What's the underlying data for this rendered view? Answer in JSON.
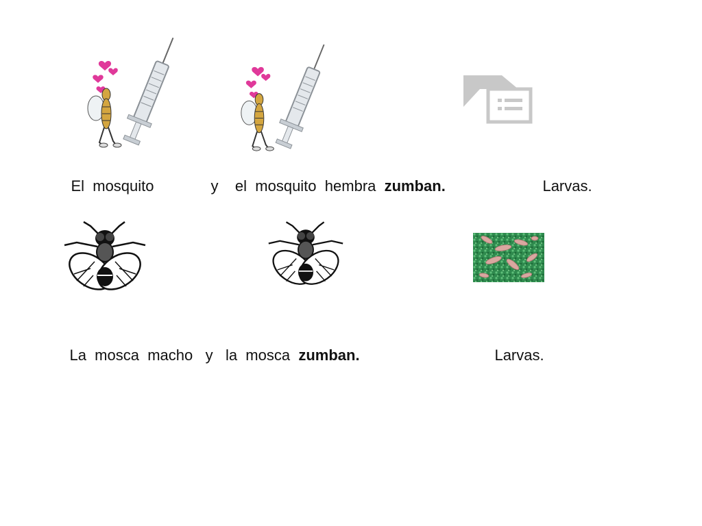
{
  "row1": {
    "w1": "El",
    "w2": "mosquito",
    "w3": "y",
    "w4": "el",
    "w5": "mosquito",
    "w6": "hembra",
    "verb": "zumban.",
    "result": "Larvas."
  },
  "row2": {
    "w1": "La",
    "w2": "mosca",
    "w3": "macho",
    "w4": "y",
    "w5": "la",
    "w6": "mosca",
    "verb": "zumban.",
    "result": "Larvas."
  },
  "icons": {
    "mosquito_male": "mosquito-with-syringe",
    "mosquito_female": "mosquito-with-syringe",
    "placeholder": "picture-placeholder",
    "fly_male": "housefly",
    "fly_female": "housefly",
    "larvae": "larvae-photo"
  },
  "colors": {
    "hearts": "#e0399a",
    "mosquito_body": "#d4a640",
    "syringe": "#b8bec4",
    "placeholder": "#c8c8c8",
    "larvae_bg": "#2f8a4e",
    "larvae": "#d9a7a0"
  }
}
